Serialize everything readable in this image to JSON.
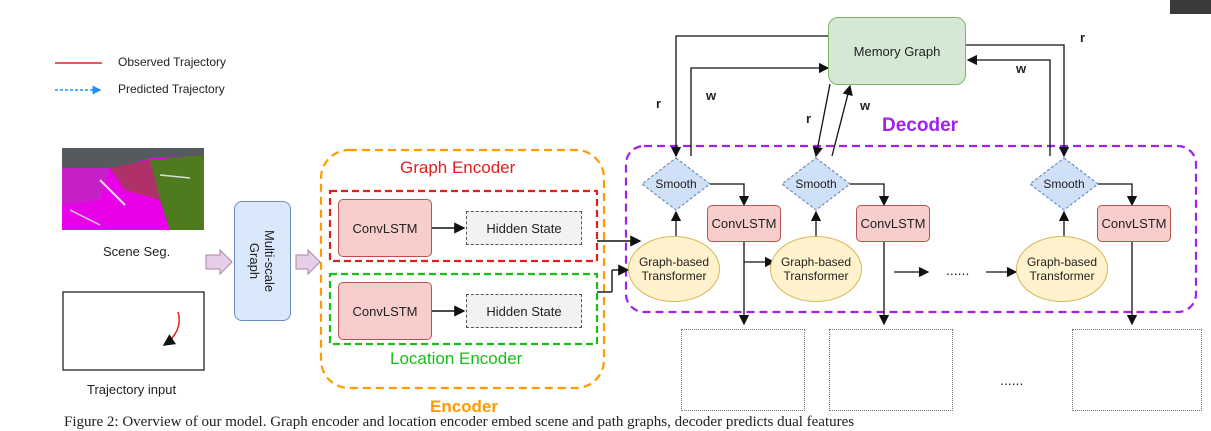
{
  "legend": {
    "observed": "Observed Trajectory",
    "predicted": "Predicted Trajectory"
  },
  "inputs": {
    "scene": "Scene Seg.",
    "trajectory": "Trajectory input"
  },
  "multiscale_graph": "Multi-scale\nGraph",
  "encoder": {
    "label": "Encoder",
    "graph_encoder": "Graph Encoder",
    "location_encoder": "Location Encoder",
    "convlstm": "ConvLSTM",
    "hidden_state": "Hidden State"
  },
  "decoder": {
    "label": "Decoder",
    "memory_graph": "Memory Graph",
    "smooth": "Smooth",
    "convlstm": "ConvLSTM",
    "gbt_line1": "Graph-based",
    "gbt_line2": "Transformer",
    "ellipsis": "......",
    "read": "r",
    "write": "w"
  },
  "caption_partial": "Figure 2: Overview of our model. Graph encoder and location encoder embed scene and path graphs, decoder predicts dual features"
}
